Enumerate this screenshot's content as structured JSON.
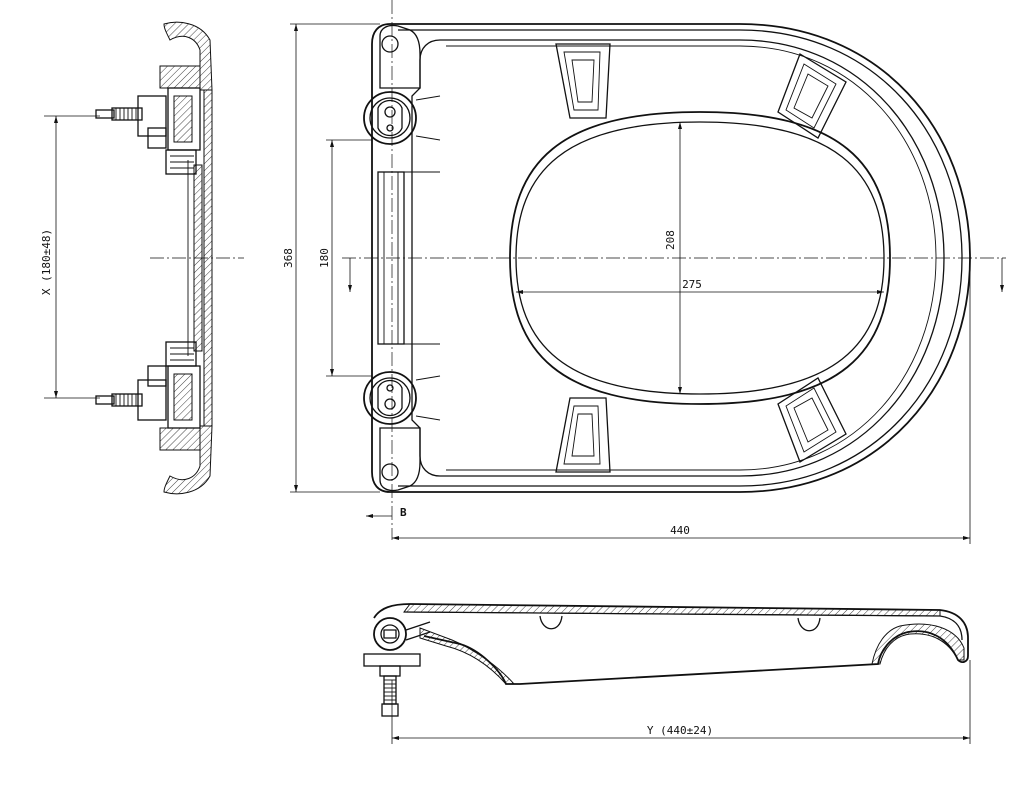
{
  "diagram": {
    "side_view": {
      "dim_label": "X (180±48)"
    },
    "top_view": {
      "dim_height": "368",
      "dim_hinge_spacing": "180",
      "dim_inner_height": "208",
      "dim_inner_width": "275",
      "dim_total_width": "440",
      "section_marker": "B"
    },
    "profile_view": {
      "dim_label": "Y (440±24)"
    }
  }
}
